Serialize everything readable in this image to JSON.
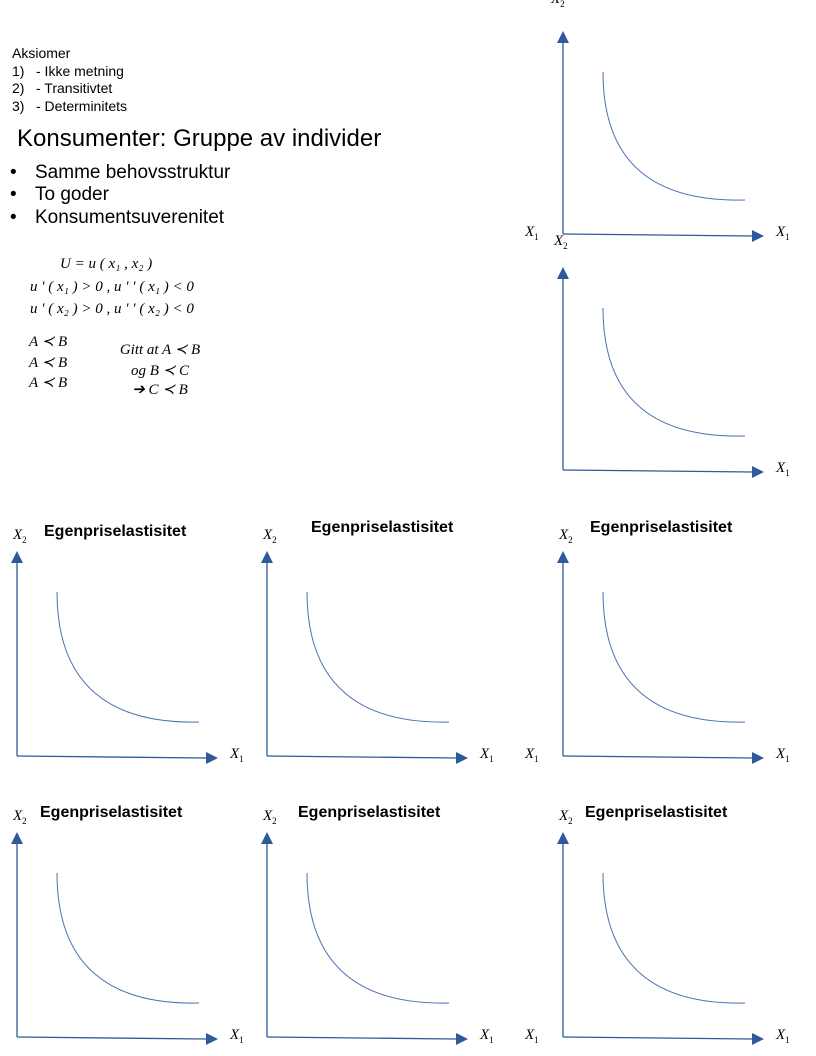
{
  "axioms": {
    "title": "Aksiomer",
    "items": [
      {
        "num": "1)",
        "text": "- Ikke metning"
      },
      {
        "num": "2)",
        "text": "- Transitivtet"
      },
      {
        "num": "3)",
        "text": "- Determinitets"
      }
    ]
  },
  "heading": "Konsumenter: Gruppe av individer",
  "bullets": {
    "symbol": "•",
    "items": [
      "Samme behovsstruktur",
      "To goder",
      "Konsumentsuverenitet"
    ]
  },
  "utility": {
    "line1": "U = u ( x₁ , x₂ )",
    "line2": "u ′ ( x₁ ) > 0 , u ′ ′ ( x₁ ) < 0",
    "line3": "u ′ ( x₂ ) > 0 , u ′ ′ ( x₂ ) < 0"
  },
  "preferences": {
    "left": [
      "A ≺ B",
      "A ≺ B",
      "A ≺ B"
    ],
    "transitivity": [
      "Gitt at A ≺ B",
      "og B ≺ C",
      "➔ C ≺ B"
    ]
  },
  "axis_labels": {
    "x_var": "X",
    "x_sub": "1",
    "y_var": "X",
    "y_sub": "2"
  },
  "panel_title": "Egenpriselastisitet",
  "colors": {
    "axis": "#2E5A9C",
    "curve": "#4A72B0"
  }
}
